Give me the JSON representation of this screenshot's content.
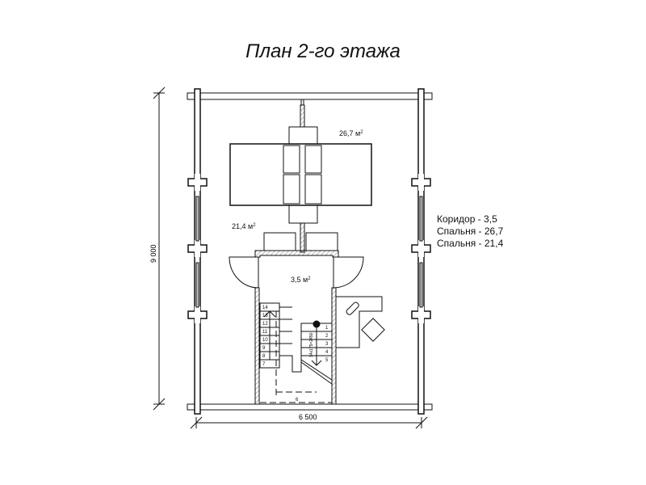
{
  "title": "План 2-го этажа",
  "dimensions": {
    "height": "9 000",
    "width": "6 500",
    "stair": "14x175=2450"
  },
  "rooms": [
    {
      "area": "26,7",
      "unit": "м",
      "sup": "2"
    },
    {
      "area": "21,4",
      "unit": "м",
      "sup": "2"
    },
    {
      "area": "3,5",
      "unit": "м",
      "sup": "2"
    }
  ],
  "legend": [
    "Коридор - 3,5",
    "Спальня - 26,7",
    "Спальня - 21,4"
  ],
  "stairs": {
    "left_steps": [
      "14",
      "13",
      "12",
      "11",
      "10",
      "9",
      "8",
      "7"
    ],
    "right_steps": [
      "1",
      "2",
      "3",
      "4",
      "5"
    ],
    "landing": "6"
  }
}
